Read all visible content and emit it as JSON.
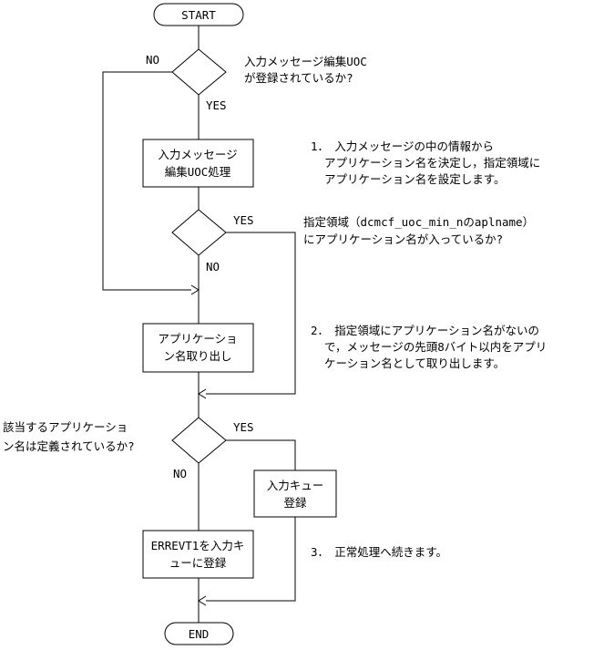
{
  "terminals": {
    "start": "START",
    "end": "END"
  },
  "decisions": {
    "d1": {
      "question": [
        "入力メッセージ編集UOC",
        "が登録されているか?"
      ],
      "yes": "YES",
      "no": "NO"
    },
    "d2": {
      "question": [
        "指定領域（dcmcf_uoc_min_nのaplname）",
        "にアプリケーション名が入っているか?"
      ],
      "yes": "YES",
      "no": "NO"
    },
    "d3": {
      "question": [
        "該当するアプリケーショ",
        "ン名は定義されているか?"
      ],
      "yes": "YES",
      "no": "NO"
    }
  },
  "processes": {
    "p1": [
      "入力メッセージ",
      "編集UOC処理"
    ],
    "p2": [
      "アプリケーショ",
      "ン名取り出し"
    ],
    "p3": [
      "入力キュー",
      "登録"
    ],
    "p4": [
      "ERREVT1を入力キ",
      "ューに登録"
    ]
  },
  "notes": {
    "n1": [
      "1．　入力メッセージの中の情報から",
      "アプリケーション名を決定し，指定領域に",
      "アプリケーション名を設定します。"
    ],
    "n2": [
      "2．　指定領域にアプリケーション名がないの",
      "で，メッセージの先頭8バイト以内をアプリ",
      "ケーション名として取り出します。"
    ],
    "n3": [
      "3．　正常処理へ続きます。"
    ]
  }
}
